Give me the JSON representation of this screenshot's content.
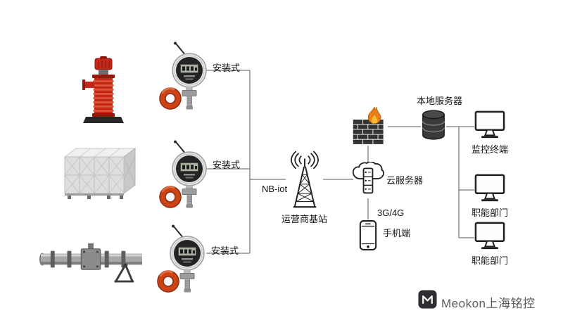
{
  "diagram": {
    "rows": [
      {
        "source": "fire-pump",
        "label": "安装式"
      },
      {
        "source": "water-tank",
        "label": "安装式"
      },
      {
        "source": "pipeline",
        "label": "安装式"
      }
    ],
    "network": {
      "nbiot": "NB-iot",
      "base_station": "运营商基站",
      "cloud_server": "云服务器",
      "local_server": "本地服务器",
      "g3g4": "3G/4G",
      "mobile": "手机端"
    },
    "terminals": [
      {
        "label": "监控终端"
      },
      {
        "label": "职能部门"
      },
      {
        "label": "职能部门"
      }
    ],
    "footer": {
      "brand": "Meokon上海铭控"
    },
    "icons": [
      "fire-pump",
      "water-tank",
      "pipeline",
      "pressure-transmitter",
      "signal-tower",
      "firewall",
      "cloud-server",
      "database-server",
      "monitor",
      "smartphone",
      "brand-logo"
    ],
    "colors": {
      "accent_red": "#c3271a",
      "ring_red": "#cb4317",
      "flame_orange": "#e87e1a",
      "wire_gray": "#7a7a7a"
    }
  }
}
